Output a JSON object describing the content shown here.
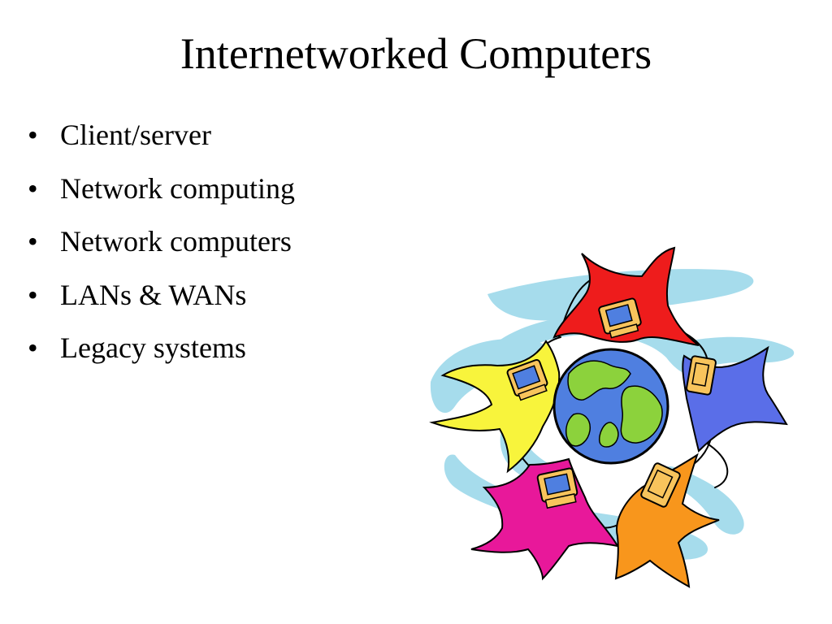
{
  "slide": {
    "title": "Internetworked Computers",
    "bullet_glyph": "•",
    "bullets": [
      "Client/server",
      "Network computing",
      "Network computers",
      "LANs & WANs",
      "Legacy systems"
    ]
  },
  "clipart": {
    "icon": "networked-globe-clipart",
    "colors": {
      "swirl": "#a6dcec",
      "ocean": "#4f7fe0",
      "land": "#8cd23c",
      "star_red": "#ee1c1c",
      "star_yellow": "#f8f43c",
      "star_blue": "#5a6ee8",
      "star_magenta": "#e8189a",
      "star_orange": "#f8961c",
      "computer": "#f8c45c"
    }
  }
}
